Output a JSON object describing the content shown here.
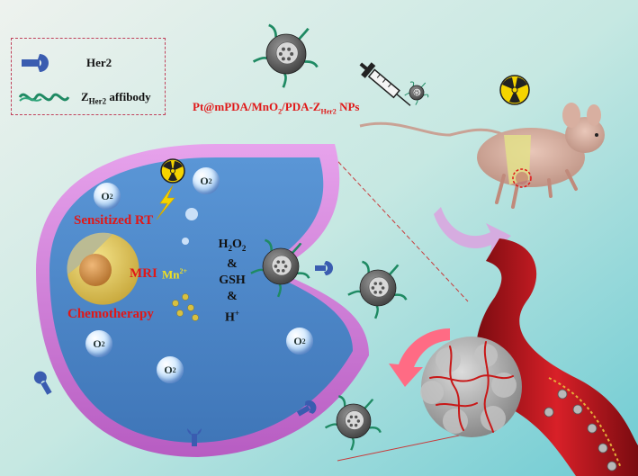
{
  "legend": {
    "her2_label": "Her2",
    "affibody_label": "Z",
    "affibody_sub": "Her2",
    "affibody_suffix": " affibody"
  },
  "nanoparticle": {
    "label_prefix": "Pt@mPDA/MnO",
    "label_sub1": "2",
    "label_mid": "/PDA-Z",
    "label_sub2": "Her2",
    "label_suffix": " NPs"
  },
  "cell": {
    "sensitized_rt": "Sensitized RT",
    "mri": "MRI",
    "mn": "Mn",
    "mn_charge": "2+",
    "chemotherapy": "Chemotherapy",
    "o2": "O",
    "o2_sub": "2",
    "stimuli": {
      "h2o2": "H",
      "h2o2_sub1": "2",
      "h2o2_o": "O",
      "h2o2_sub2": "2",
      "amp1": "&",
      "gsh": "GSH",
      "amp2": "&",
      "h": "H",
      "h_charge": "+"
    }
  },
  "colors": {
    "background_start": "#e4ece6",
    "background_end": "#7fd0d6",
    "cell_fill": "#4a86c8",
    "membrane": "#d27ad8",
    "label_red": "#e01818",
    "mn_yellow": "#f0e020",
    "receptor": "#3a5cb0",
    "vessel": "#c0151c"
  },
  "icons": [
    "radiation-icon",
    "lightning-icon",
    "syringe-icon",
    "mouse-icon",
    "tumor-icon",
    "blood-vessel-icon",
    "curved-arrow-icon"
  ]
}
